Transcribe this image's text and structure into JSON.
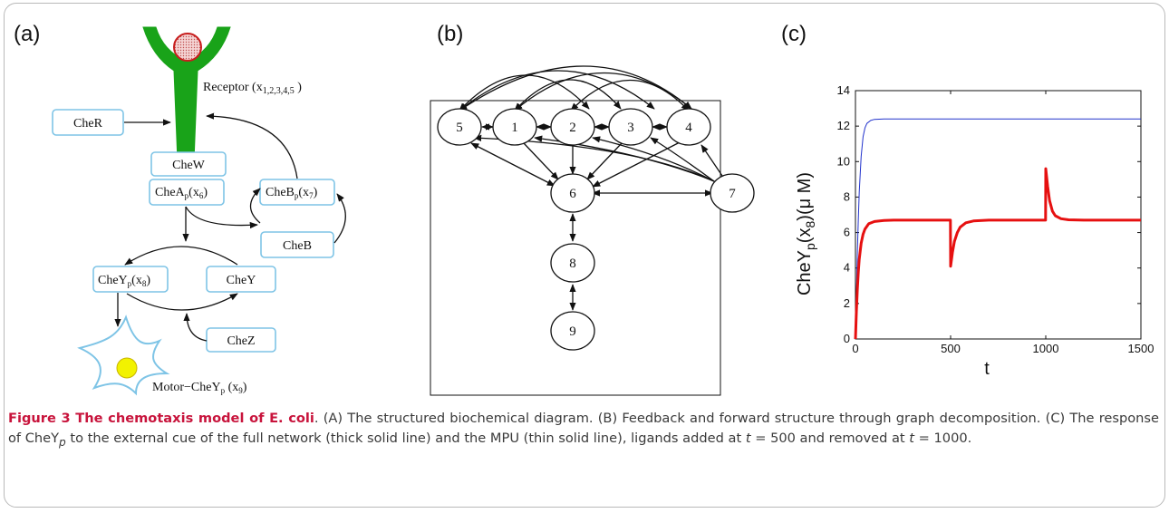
{
  "panel_labels": {
    "a": "(a)",
    "b": "(b)",
    "c": "(c)"
  },
  "panel_a": {
    "receptor": "Receptor (x",
    "receptor_sub": "1,2,3,4,5",
    "receptor_close": " )",
    "boxes": {
      "cher": "CheR",
      "chew": "CheW",
      "chea_main": "CheA",
      "chea_sub": "p",
      "chea_arg": "(x",
      "chea_argsub": "6",
      "chea_close": ")",
      "cheb_main": "CheB",
      "cheb_sub": "p",
      "cheb_arg": "(x",
      "cheb_argsub": "7",
      "cheb_close": ")",
      "cheb": "CheB",
      "chey_main": "CheY",
      "chey_sub": "p",
      "chey_arg": "(x",
      "chey_argsub": "8",
      "chey_close": ")",
      "chey": "CheY",
      "chez": "CheZ"
    },
    "motor_main": "Motor−CheY",
    "motor_sub": "p",
    "motor_arg": " (x",
    "motor_argsub": "9",
    "motor_close": ")"
  },
  "panel_b": {
    "nodes": [
      "5",
      "1",
      "2",
      "3",
      "4",
      "6",
      "7",
      "8",
      "9"
    ]
  },
  "chart_data": {
    "type": "line",
    "xlabel": "t",
    "ylabel_main": "CheY",
    "ylabel_sub1": "p",
    "ylabel_mid": "(x",
    "ylabel_sub2": "8",
    "ylabel_end": ")(μ M)",
    "xlim": [
      0,
      1500
    ],
    "ylim": [
      0,
      14
    ],
    "x_ticks": [
      0,
      500,
      1000,
      1500
    ],
    "y_ticks": [
      0,
      2,
      4,
      6,
      8,
      10,
      12,
      14
    ],
    "series": [
      {
        "color": "#2233cc",
        "width": 1,
        "points": [
          [
            0,
            0
          ],
          [
            5,
            2.5
          ],
          [
            10,
            4.9
          ],
          [
            15,
            6.8
          ],
          [
            20,
            8.3
          ],
          [
            30,
            10.3
          ],
          [
            40,
            11.4
          ],
          [
            50,
            11.9
          ],
          [
            60,
            12.15
          ],
          [
            80,
            12.32
          ],
          [
            100,
            12.38
          ],
          [
            150,
            12.4
          ],
          [
            200,
            12.4
          ],
          [
            500,
            12.4
          ],
          [
            1000,
            12.4
          ],
          [
            1500,
            12.4
          ]
        ]
      },
      {
        "color": "#e61010",
        "width": 3,
        "points": [
          [
            0,
            0
          ],
          [
            5,
            1.5
          ],
          [
            10,
            2.8
          ],
          [
            15,
            3.8
          ],
          [
            20,
            4.5
          ],
          [
            30,
            5.4
          ],
          [
            40,
            5.9
          ],
          [
            50,
            6.2
          ],
          [
            70,
            6.5
          ],
          [
            100,
            6.62
          ],
          [
            150,
            6.68
          ],
          [
            200,
            6.7
          ],
          [
            499,
            6.7
          ],
          [
            500,
            4.1
          ],
          [
            510,
            4.9
          ],
          [
            520,
            5.5
          ],
          [
            535,
            6.0
          ],
          [
            550,
            6.3
          ],
          [
            580,
            6.55
          ],
          [
            620,
            6.65
          ],
          [
            700,
            6.7
          ],
          [
            999,
            6.7
          ],
          [
            1000,
            9.6
          ],
          [
            1010,
            8.6
          ],
          [
            1020,
            7.8
          ],
          [
            1035,
            7.2
          ],
          [
            1050,
            6.95
          ],
          [
            1080,
            6.78
          ],
          [
            1120,
            6.72
          ],
          [
            1200,
            6.7
          ],
          [
            1500,
            6.7
          ]
        ]
      }
    ]
  },
  "caption": {
    "figure_label": "Figure 3 The chemotaxis model of E. coli",
    "text_1": ". (A) The structured biochemical diagram. (B) Feedback and forward structure through graph decomposition. (C) The response of CheY",
    "sub_p": "p",
    "text_2": " to the external cue of the full network (thick solid line) and the MPU (thin solid line), ligands added at ",
    "t1_var": "t",
    "t1_val": " = 500 and removed at ",
    "t2_var": "t",
    "t2_val": " = 1000."
  }
}
